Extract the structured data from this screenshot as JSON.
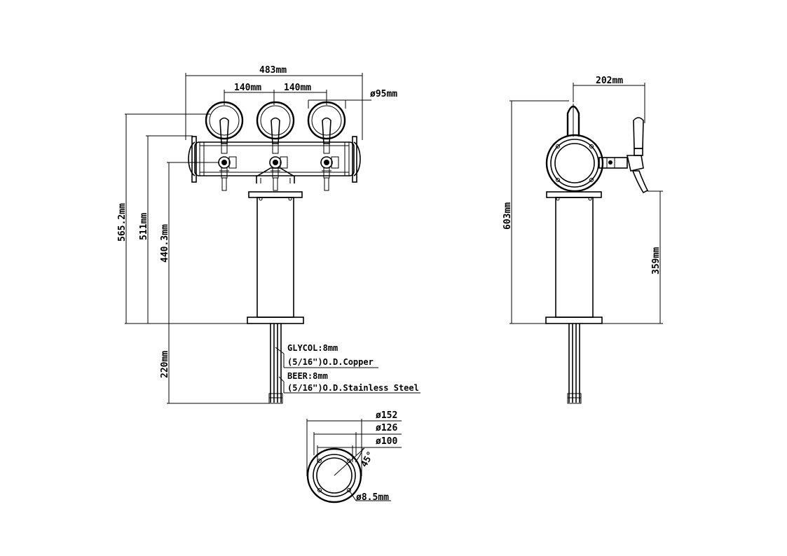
{
  "front_view": {
    "overall_width": "483mm",
    "spacing_left": "140mm",
    "spacing_right": "140mm",
    "medallion_diameter": "ø95mm",
    "height_top": "565.2mm",
    "height_mid": "511mm",
    "height_faucet": "440.3mm",
    "tube_length": "220mm"
  },
  "tubing_notes": {
    "glycol_line1": "GLYCOL:8mm",
    "glycol_line2": "(5/16\")O.D.Copper",
    "beer_line1": "BEER:8mm",
    "beer_line2": "(5/16\")O.D.Stainless Steel"
  },
  "side_view": {
    "depth": "202mm",
    "height_total": "603mm",
    "height_spout": "359mm"
  },
  "base_view": {
    "d_outer": "ø152",
    "d_bolt": "ø126",
    "d_inner": "ø100",
    "angle": "45°",
    "hole": "ø8.5mm"
  }
}
